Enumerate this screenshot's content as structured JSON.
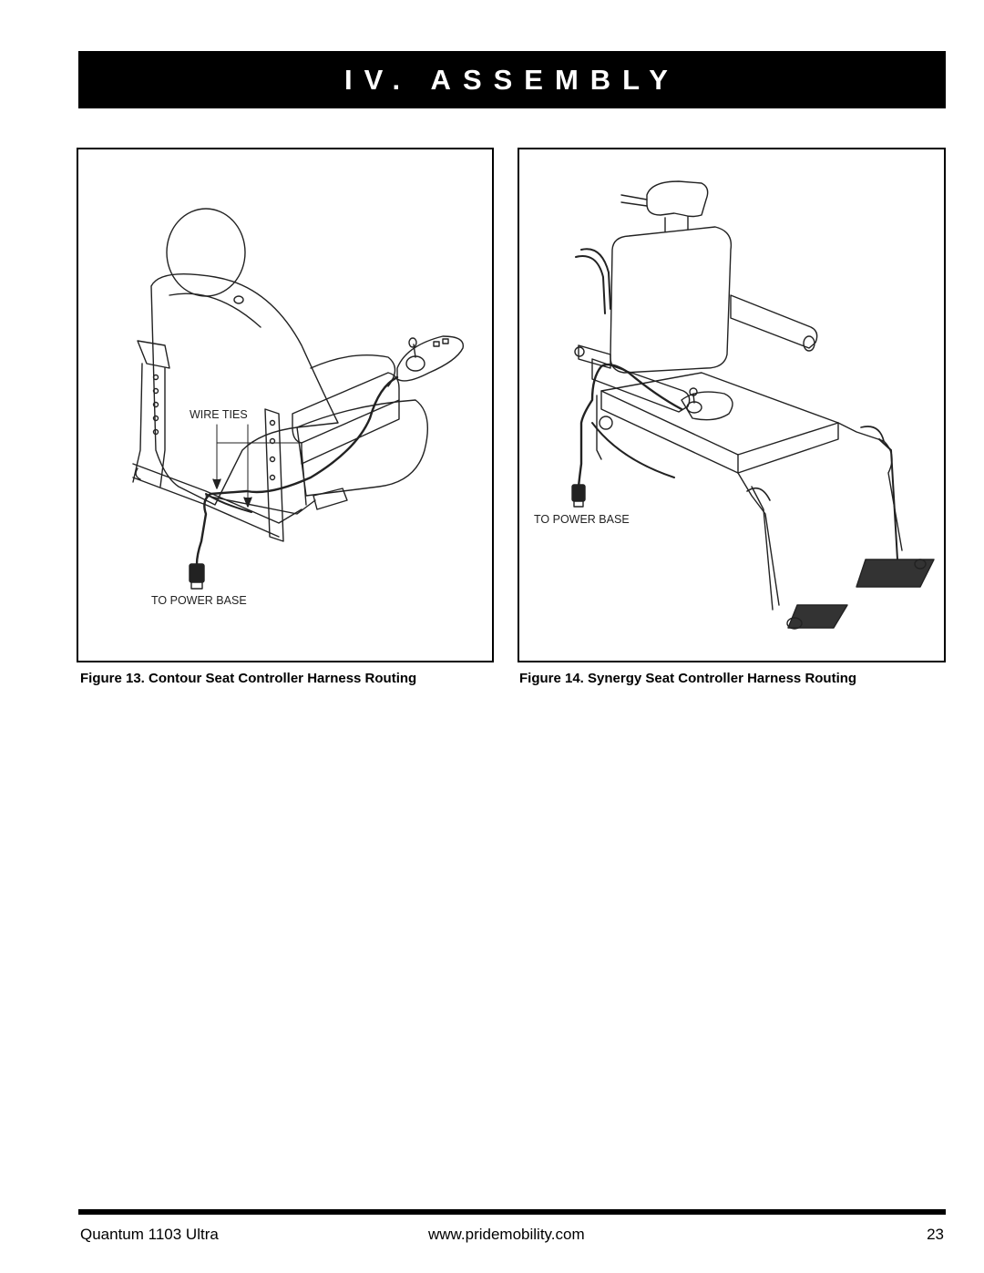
{
  "header": {
    "title": "IV. ASSEMBLY"
  },
  "figures": [
    {
      "caption": "Figure 13. Contour Seat Controller Harness Routing",
      "callouts": {
        "wire_ties": "WIRE TIES",
        "to_power_base": "TO POWER BASE"
      }
    },
    {
      "caption": "Figure 14. Synergy Seat Controller Harness Routing",
      "callouts": {
        "to_power_base": "TO POWER BASE"
      }
    }
  ],
  "footer": {
    "product": "Quantum 1103 Ultra",
    "website": "www.pridemobility.com",
    "page_number": "23"
  }
}
